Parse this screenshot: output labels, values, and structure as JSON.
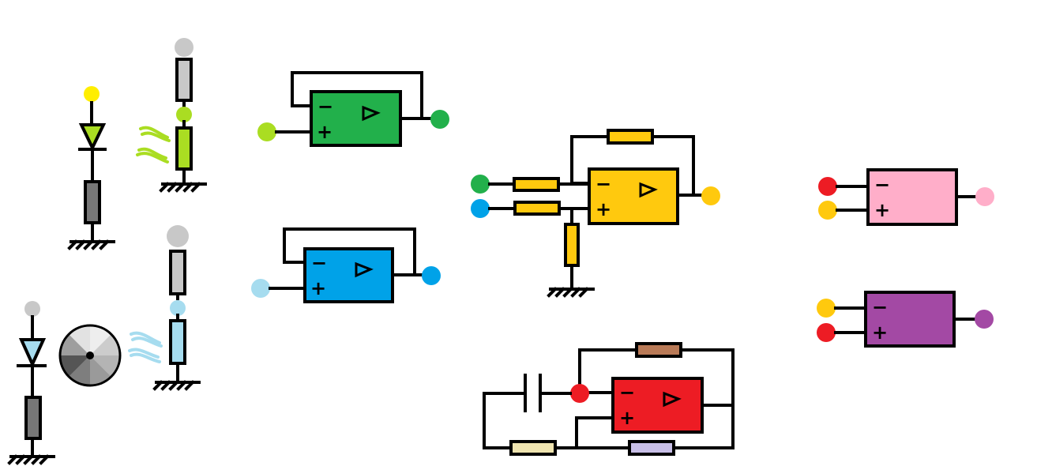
{
  "colors": {
    "background": "#ffffff",
    "wire": "#000000",
    "yellow_node": "#ffee00",
    "lime": "#aadd22",
    "lime_dark": "#99cc11",
    "grey_node": "#c8c8c8",
    "grey_resistor": "#c8c8c8",
    "dark_resistor": "#777777",
    "light_blue": "#a6dcef",
    "green": "#22b04b",
    "blue": "#00a2e8",
    "amber": "#ffc90e",
    "red": "#ed1c24",
    "pink": "#ffaec9",
    "purple": "#a349a4",
    "brown": "#b97a57",
    "cream": "#efe4b0",
    "lavender": "#c8bfe7"
  },
  "icons": {
    "diode": "diode-icon",
    "ground": "ground-icon",
    "resistor": "resistor-icon",
    "op_amp": "op-amp-icon",
    "capacitor": "capacitor-icon",
    "light_waves": "light-wave-icon",
    "disc": "grayscale-disc-icon"
  },
  "op_amps": [
    {
      "id": "opamp-green",
      "minus": "−",
      "plus": "+"
    },
    {
      "id": "opamp-blue",
      "minus": "−",
      "plus": "+"
    },
    {
      "id": "opamp-amber",
      "minus": "−",
      "plus": "+"
    },
    {
      "id": "opamp-red",
      "minus": "−",
      "plus": "+"
    },
    {
      "id": "opamp-pink",
      "minus": "−",
      "plus": "+"
    },
    {
      "id": "opamp-purple",
      "minus": "−",
      "plus": "+"
    }
  ]
}
